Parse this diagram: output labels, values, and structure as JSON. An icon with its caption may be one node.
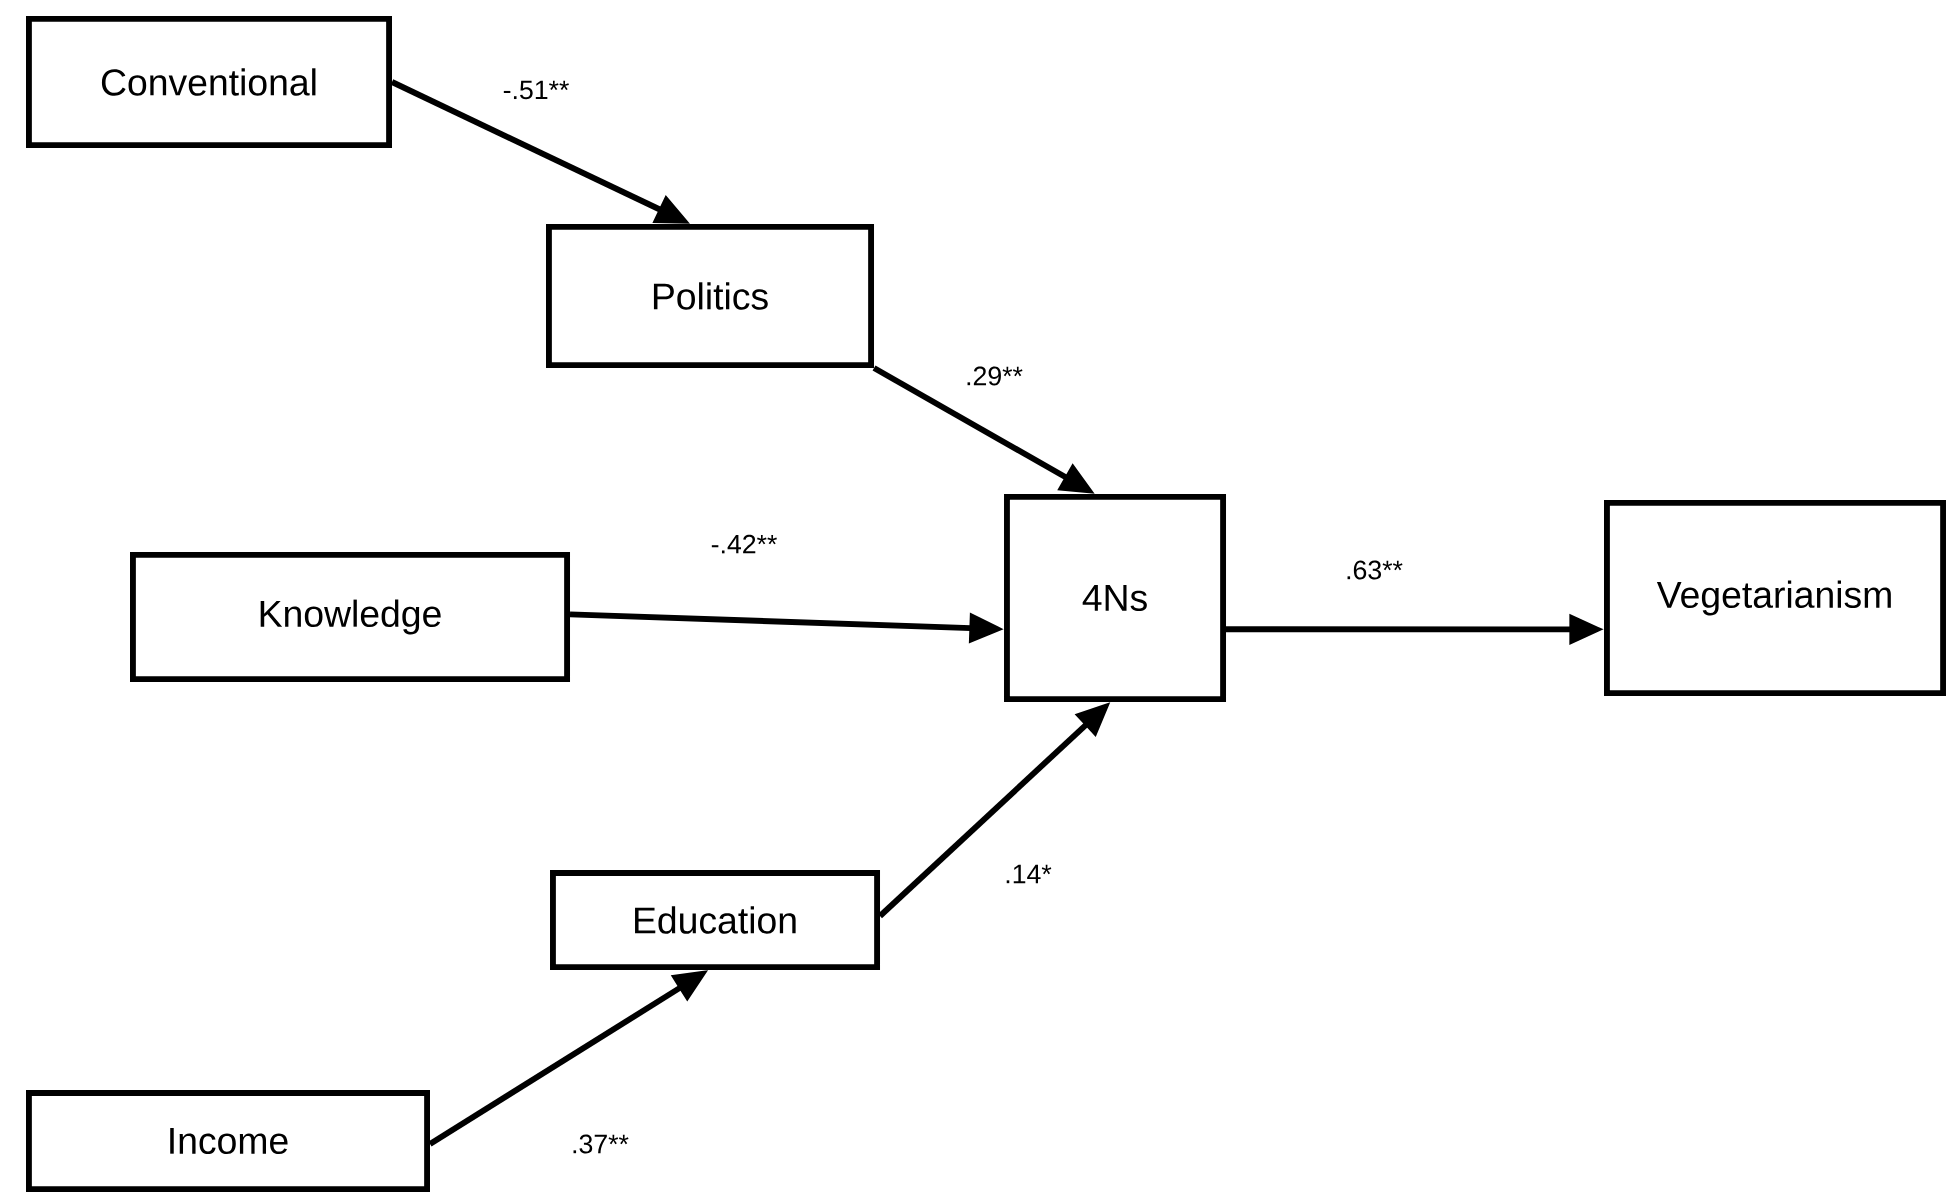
{
  "diagram": {
    "nodes": [
      {
        "text": [
          "Conventional"
        ]
      },
      {
        "text": [
          "Politics"
        ]
      },
      {
        "text": [
          "Knowledge"
        ]
      },
      {
        "text": [
          "4Ns"
        ]
      },
      {
        "text": [
          "Vegetarianism"
        ]
      },
      {
        "text": [
          "Education"
        ]
      },
      {
        "text": [
          "Income"
        ]
      }
    ],
    "edges": [
      {
        "from": 0,
        "to": 1,
        "arrow": "to",
        "label": "-.51**"
      },
      {
        "from": 1,
        "to": 3,
        "arrow": "to",
        "label": ".29**"
      },
      {
        "from": 2,
        "to": 3,
        "arrow": "to",
        "label": "-.42**"
      },
      {
        "from": 3,
        "to": 4,
        "arrow": "to",
        "label": ".63**"
      },
      {
        "from": 5,
        "to": 3,
        "arrow": "to",
        "label": ".14*"
      },
      {
        "from": 6,
        "to": 5,
        "arrow": "to",
        "label": ".37**"
      }
    ]
  }
}
